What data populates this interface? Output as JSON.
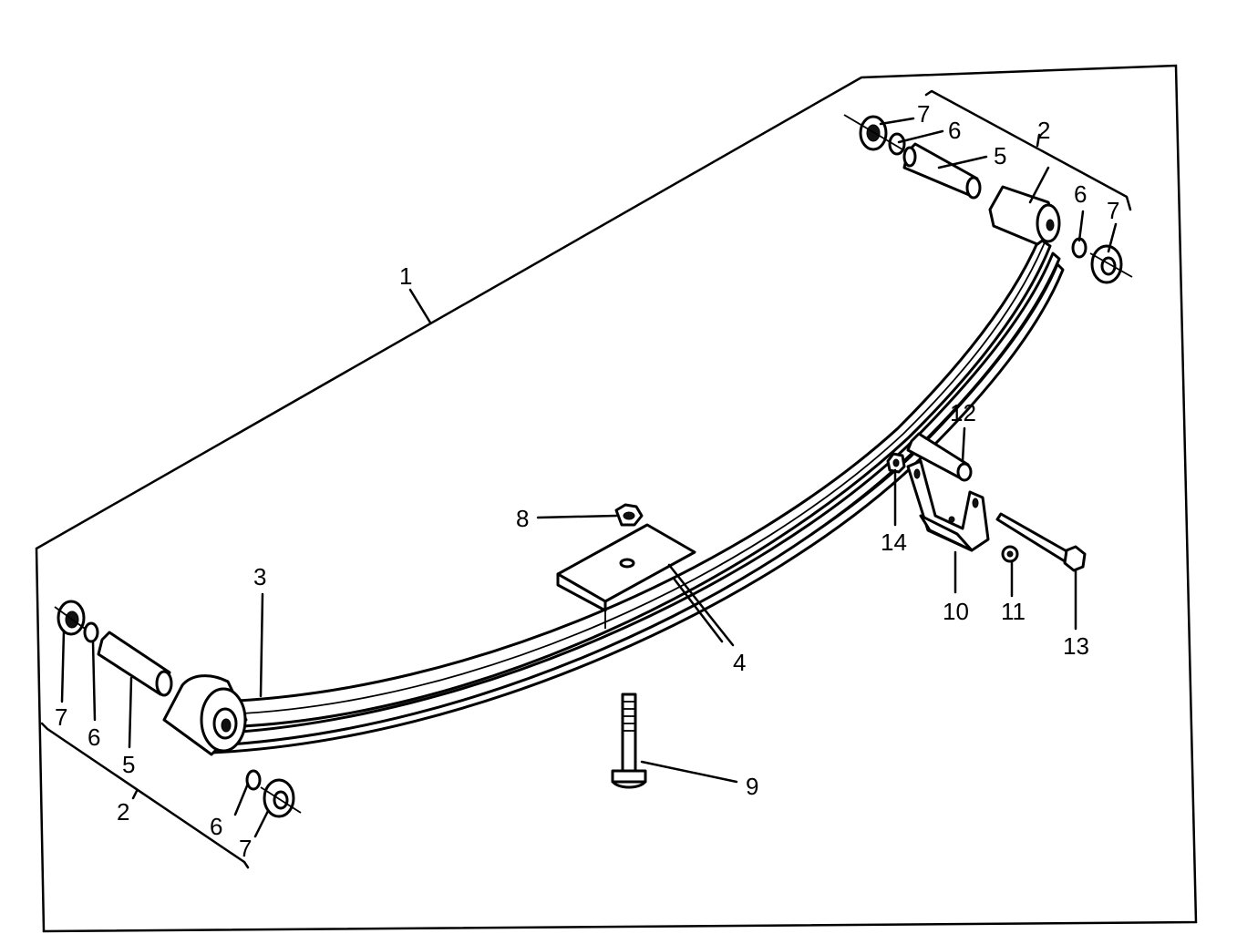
{
  "callouts": [
    {
      "id": "c1",
      "text": "1"
    },
    {
      "id": "c2a",
      "text": "2"
    },
    {
      "id": "c2b",
      "text": "2"
    },
    {
      "id": "c3",
      "text": "3"
    },
    {
      "id": "c4",
      "text": "4"
    },
    {
      "id": "c5a",
      "text": "5"
    },
    {
      "id": "c5b",
      "text": "5"
    },
    {
      "id": "c6a",
      "text": "6"
    },
    {
      "id": "c6b",
      "text": "6"
    },
    {
      "id": "c6c",
      "text": "6"
    },
    {
      "id": "c6d",
      "text": "6"
    },
    {
      "id": "c7a",
      "text": "7"
    },
    {
      "id": "c7b",
      "text": "7"
    },
    {
      "id": "c7c",
      "text": "7"
    },
    {
      "id": "c7d",
      "text": "7"
    },
    {
      "id": "c8",
      "text": "8"
    },
    {
      "id": "c9",
      "text": "9"
    },
    {
      "id": "c10",
      "text": "10"
    },
    {
      "id": "c11",
      "text": "11"
    },
    {
      "id": "c12",
      "text": "12"
    },
    {
      "id": "c13",
      "text": "13"
    },
    {
      "id": "c14",
      "text": "14"
    }
  ]
}
